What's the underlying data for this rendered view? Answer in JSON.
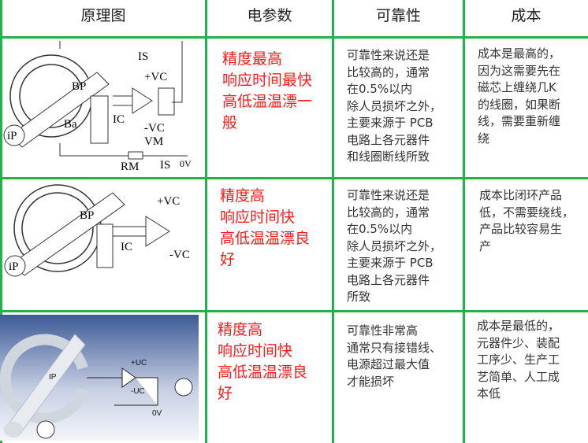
{
  "headers": [
    "原理图",
    "电参数",
    "可靠性",
    "成本"
  ],
  "rows": [
    {
      "params": "精度最高\n响应时间最快\n高低温温漂一\n般",
      "reliability": "可靠性来说还是\n比较高的，通常\n在0.5%以内\n除人员损坏之外，\n主要来源于 PCB\n电路上各元器件\n和线圈断线所致",
      "cost": "成本是最高的，\n因为这需要先在\n磁芯上缠绕几K\n的线圈，如果断\n线，需要重新缠\n绕",
      "diagram_labels": {
        "is": "IS",
        "vc_pos": "+VC",
        "vc_neg": "-VC",
        "bp": "BP",
        "ba": "Ba",
        "ic": "IC",
        "vm": "VM",
        "rm": "RM",
        "ip": "iP",
        "zero": "0V"
      }
    },
    {
      "params": "精度高\n响应时间快\n高低温温漂良\n好",
      "reliability": "可靠性来说还是\n比较高的，通常\n在0.5%以内\n除人员损坏之外，\n主要来源于 PCB\n电路上各元器件\n所致",
      "cost": "成本比闭环产品\n低，不需要绕线，\n产品比较容易生\n产",
      "diagram_labels": {
        "vc_pos": "+VC",
        "vc_neg": "-VC",
        "bp": "BP",
        "ic": "IC",
        "ip": "iP"
      }
    },
    {
      "params": "精度高\n响应时间快\n高低温温漂良\n好",
      "reliability": "可靠性非常高\n通常只有接错线、\n电源超过最大值\n才能损坏",
      "cost": "成本是最低的，\n元器件少、装配\n工序少、生产工\n艺简单、人工成\n本低",
      "diagram_labels": {
        "ip": "IP",
        "uc_pos": "+UC",
        "uc_neg": "-UC",
        "zero": "0V"
      }
    }
  ],
  "colors": {
    "grid": "#22b24c",
    "param_text": "#ff1a1a"
  }
}
